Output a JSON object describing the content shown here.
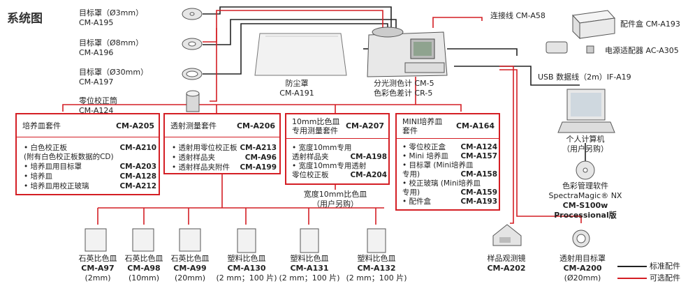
{
  "title": "系统图",
  "targets": [
    {
      "name": "目标罩（Ø3mm）",
      "code": "CM-A195"
    },
    {
      "name": "目标罩（Ø8mm）",
      "code": "CM-A196"
    },
    {
      "name": "目标罩（Ø30mm）",
      "code": "CM-A197"
    }
  ],
  "zero_tube": {
    "name": "零位校正筒",
    "code": "CM-A124"
  },
  "dust_cover": {
    "name": "防尘罩",
    "code": "CM-A191"
  },
  "main_unit": {
    "line1": "分光测色计  CM-5",
    "line2": "色彩色差计  CR-5"
  },
  "cable": {
    "label": "连接线 CM-A58"
  },
  "accessory_case": {
    "label": "配件盒 CM-A193"
  },
  "adapter": {
    "label": "电源适配器 AC-A305"
  },
  "usb": {
    "label": "USB 数据线（2m）IF-A19"
  },
  "pc": {
    "line1": "个人计算机",
    "line2": "（用户另购）"
  },
  "software": {
    "line1": "色彩管理软件",
    "line2": "SpectraMagic® NX",
    "line3": "CM-S100w",
    "line4": "Processional版"
  },
  "boxes": {
    "petri": {
      "name": "培养皿套件",
      "code": "CM-A205",
      "items": [
        {
          "text": "• 白色校正板",
          "code": "CM-A210"
        },
        {
          "text": "  (附有白色校正板数据的CD)",
          "code": ""
        },
        {
          "text": "• 培养皿用目标罩",
          "code": "CM-A203"
        },
        {
          "text": "• 培养皿",
          "code": "CM-A128"
        },
        {
          "text": "• 培养皿用校正玻璃",
          "code": "CM-A212"
        }
      ]
    },
    "trans": {
      "name": "透射测量套件",
      "code": "CM-A206",
      "items": [
        {
          "text": "• 透射用零位校正板",
          "code": "CM-A213"
        },
        {
          "text": "• 透射样品夹",
          "code": "CM-A96"
        },
        {
          "text": "• 透射样品夹附件",
          "code": "CM-A199"
        }
      ]
    },
    "cell10": {
      "name1": "10mm比色皿",
      "name2": "专用测量套件",
      "code": "CM-A207",
      "items": [
        {
          "text": "• 宽度10mm专用",
          "code": ""
        },
        {
          "text": "  透射样品夹",
          "code": "CM-A198"
        },
        {
          "text": "• 宽度10mm专用透射",
          "code": ""
        },
        {
          "text": "  零位校正板",
          "code": "CM-A204"
        }
      ]
    },
    "mini": {
      "name1": "MINI培养皿",
      "name2": "套件",
      "code": "CM-A164",
      "items": [
        {
          "text": "• 零位校正盒",
          "code": "CM-A124"
        },
        {
          "text": "• Mini 培养皿",
          "code": "CM-A157"
        },
        {
          "text": "• 目标罩 (Mini培养皿",
          "code": ""
        },
        {
          "text": "  专用)",
          "code": "CM-A158"
        },
        {
          "text": "• 校正玻璃 (Mini培养皿",
          "code": ""
        },
        {
          "text": "  专用)",
          "code": "CM-A159"
        },
        {
          "text": "• 配件盒",
          "code": "CM-A193"
        }
      ]
    }
  },
  "cell_note": {
    "line1": "宽度10mm比色皿",
    "line2": "（用户另购）"
  },
  "cells": [
    {
      "name": "石英比色皿",
      "code": "CM-A97",
      "size": "(2mm)"
    },
    {
      "name": "石英比色皿",
      "code": "CM-A98",
      "size": "(10mm)"
    },
    {
      "name": "石英比色皿",
      "code": "CM-A99",
      "size": "(20mm)"
    },
    {
      "name": "塑料比色皿",
      "code": "CM-A130",
      "size": "(2 mm；100 片)"
    },
    {
      "name": "塑料比色皿",
      "code": "CM-A131",
      "size": "(2 mm；100 片)"
    },
    {
      "name": "塑料比色皿",
      "code": "CM-A132",
      "size": "(2 mm；100 片)"
    }
  ],
  "sample_viewer": {
    "name": "样品观测镜",
    "code": "CM-A202"
  },
  "trans_target": {
    "name": "透射用目标罩",
    "code": "CM-A200",
    "size": "(Ø20mm)"
  },
  "legend": {
    "standard": "标准配件",
    "optional": "可选配件",
    "standard_color": "#222222",
    "optional_color": "#d41e24"
  },
  "colors": {
    "accent": "#d41e24",
    "line": "#222222"
  }
}
